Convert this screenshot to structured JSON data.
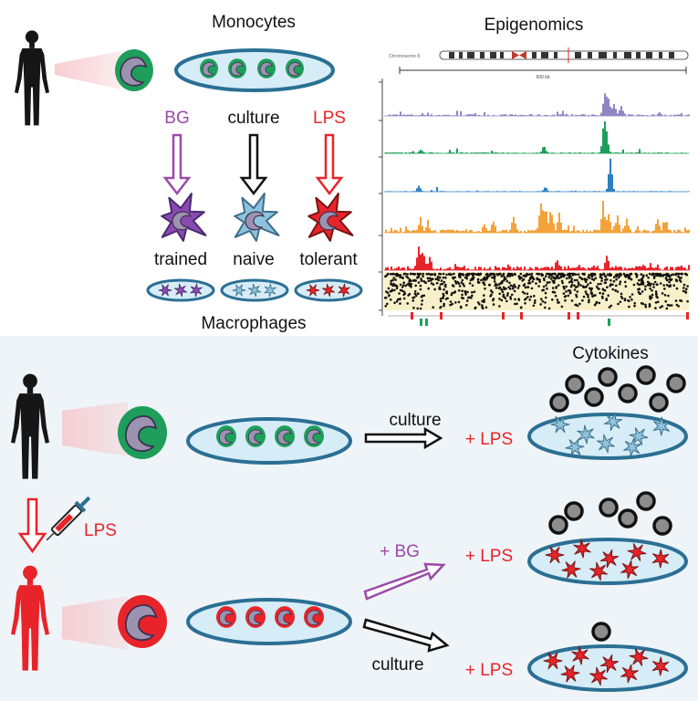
{
  "top": {
    "monocytes_label": "Monocytes",
    "epigenomics_label": "Epigenomics",
    "macrophages_label": "Macrophages",
    "conditions": [
      {
        "label": "BG",
        "color": "#9b4aa8",
        "state": "trained"
      },
      {
        "label": "culture",
        "color": "#111111",
        "state": "naive"
      },
      {
        "label": "LPS",
        "color": "#e8242a",
        "state": "tolerant"
      }
    ],
    "genome_browser": {
      "chromosome_label": "Chromosome 8",
      "scale_label": "500 kb",
      "track_colors": [
        "#8f86c4",
        "#1e9e5a",
        "#2f7fc0",
        "#f4a23a",
        "#e8242a"
      ]
    }
  },
  "bottom": {
    "cytokines_label": "Cytokines",
    "culture_label_1": "culture",
    "plus_lps_1": "+ LPS",
    "injection_label": "LPS",
    "plus_bg_label": "+ BG",
    "plus_lps_2": "+ LPS",
    "culture_label_2": "culture",
    "plus_lps_3": "+ LPS",
    "cytokine_counts": [
      8,
      6,
      1
    ]
  },
  "colors": {
    "monocyte_green": "#1e9e5a",
    "monocyte_red": "#e8242a",
    "dish_fill": "#d6ecf6",
    "dish_rim": "#2b6f94",
    "naive_cell": "#8fc3dd",
    "trained_cell": "#8a4bb0",
    "nucleus": "#9c93b0",
    "cytokine": "#8c8c8c",
    "lps_red": "#e8242a",
    "bg_purple": "#9b4aa8"
  }
}
